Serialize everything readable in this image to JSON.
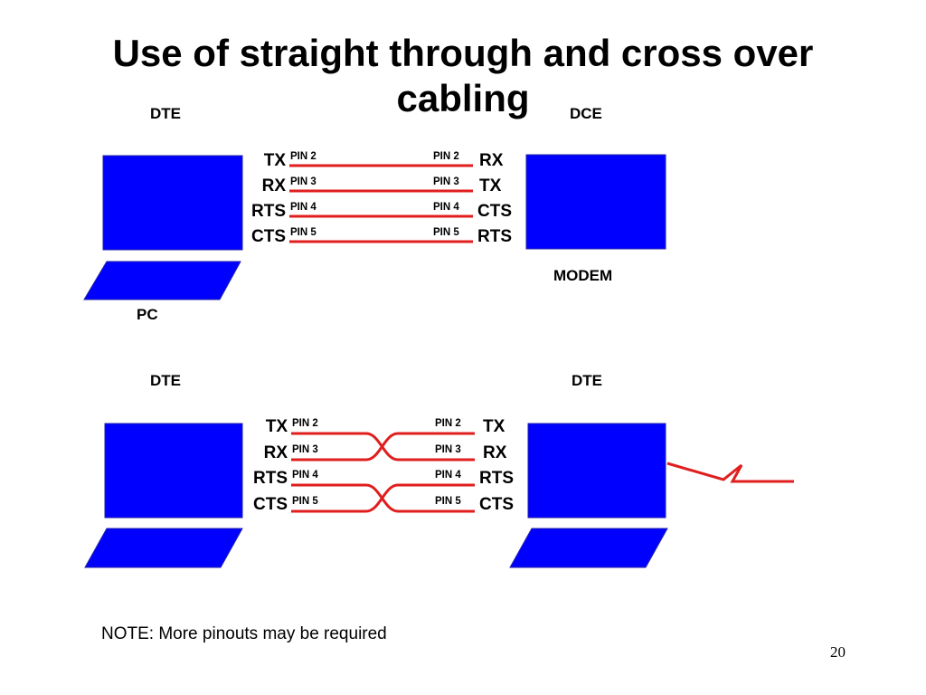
{
  "title": "Use of straight through and cross over cabling",
  "colors": {
    "device_blue": "#0000FF",
    "device_border": "#2222AA",
    "cable_red": "#E01E1E",
    "text": "#000000"
  },
  "icons": {
    "pc_monitor": "computer-monitor-icon",
    "pc_keyboard": "keyboard-icon",
    "modem": "modem-icon",
    "line": "phone-line-icon"
  },
  "top": {
    "left_label": "DTE",
    "right_label": "DCE",
    "left_device_label": "PC",
    "right_device_label": "MODEM",
    "left_signals": [
      "TX",
      "RX",
      "RTS",
      "CTS"
    ],
    "right_signals": [
      "RX",
      "TX",
      "CTS",
      "RTS"
    ],
    "left_pins": [
      "PIN 2",
      "PIN 3",
      "PIN 4",
      "PIN 5"
    ],
    "right_pins": [
      "PIN 2",
      "PIN 3",
      "PIN 4",
      "PIN 5"
    ],
    "wiring": "straight"
  },
  "bottom": {
    "left_label": "DTE",
    "right_label": "DTE",
    "left_signals": [
      "TX",
      "RX",
      "RTS",
      "CTS"
    ],
    "right_signals": [
      "TX",
      "RX",
      "RTS",
      "CTS"
    ],
    "left_pins": [
      "PIN 2",
      "PIN 3",
      "PIN 4",
      "PIN 5"
    ],
    "right_pins": [
      "PIN 2",
      "PIN 3",
      "PIN 4",
      "PIN 5"
    ],
    "wiring": "crossover"
  },
  "note": "NOTE:  More pinouts may be required",
  "page_number": "20"
}
